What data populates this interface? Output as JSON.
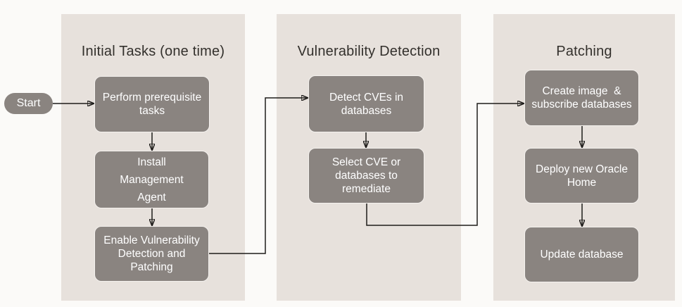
{
  "diagram": {
    "type": "flowchart",
    "start": {
      "label": "Start"
    },
    "columns": [
      {
        "header": "Initial Tasks (one time)",
        "steps": [
          {
            "label": "Perform prerequisite\ntasks"
          },
          {
            "label": "Install\nManagement\nAgent"
          },
          {
            "label": "Enable Vulnerability\nDetection and\nPatching"
          }
        ]
      },
      {
        "header": "Vulnerability Detection",
        "steps": [
          {
            "label": "Detect CVEs in\ndatabases"
          },
          {
            "label": "Select CVE or\ndatabases to\nremediate"
          }
        ]
      },
      {
        "header": "Patching",
        "steps": [
          {
            "label": "Create image  &\nsubscribe databases"
          },
          {
            "label": "Deploy new Oracle\nHome"
          },
          {
            "label": "Update database"
          }
        ]
      }
    ],
    "flow_order": [
      "Start",
      "Perform prerequisite tasks",
      "Install Management Agent",
      "Enable Vulnerability Detection and Patching",
      "Detect CVEs in databases",
      "Select CVE or databases to remediate",
      "Create image & subscribe databases",
      "Deploy new Oracle Home",
      "Update database"
    ]
  },
  "colors": {
    "canvas_bg": "#fbfaf8",
    "panel_bg": "#e7e1dc",
    "node_fill": "#8a8480",
    "node_text": "#ffffff",
    "node_border": "#f4f1ee",
    "arrow": "#1e1c1a",
    "header_text": "#33302c"
  }
}
